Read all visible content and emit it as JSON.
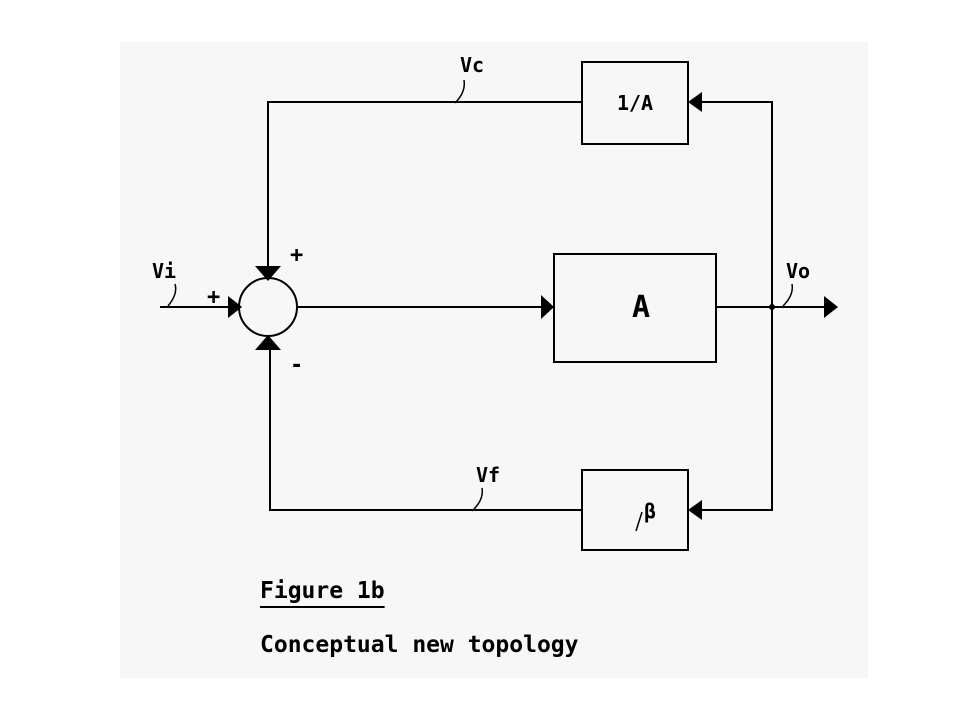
{
  "signals": {
    "vi": "Vi",
    "vc": "Vc",
    "vo": "Vo",
    "vf": "Vf"
  },
  "blocks": {
    "inverse_gain": "1/A",
    "amplifier": "A",
    "feedback": "β"
  },
  "summing_junction": {
    "sign_top": "+",
    "sign_left": "+",
    "sign_bottom": "-"
  },
  "caption": {
    "title": "Figure 1b",
    "subtitle": "Conceptual new topology"
  }
}
